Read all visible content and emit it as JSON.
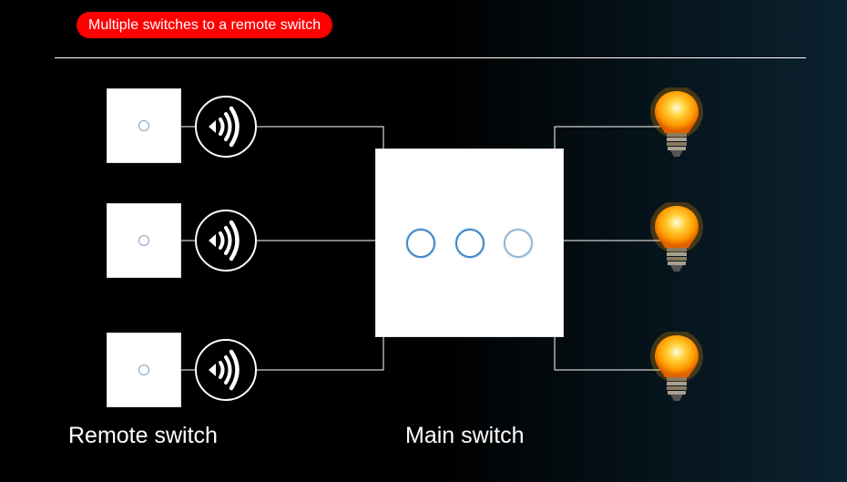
{
  "header": {
    "badge_text": "Multiple switches to a remote switch"
  },
  "labels": {
    "remote": "Remote switch",
    "main": "Main switch"
  },
  "remote_switches": [
    {
      "icon": "wireless-signal-icon"
    },
    {
      "icon": "wireless-signal-icon"
    },
    {
      "icon": "wireless-signal-icon"
    }
  ],
  "main_switch": {
    "buttons": 3
  },
  "bulbs": [
    {
      "icon": "light-bulb-icon",
      "state": "on"
    },
    {
      "icon": "light-bulb-icon",
      "state": "on"
    },
    {
      "icon": "light-bulb-icon",
      "state": "on"
    }
  ],
  "colors": {
    "badge": "#ff0000",
    "lines": "#ffffff",
    "touch_ring": "#3f86c8",
    "bulb_glow": "#ffb000"
  }
}
